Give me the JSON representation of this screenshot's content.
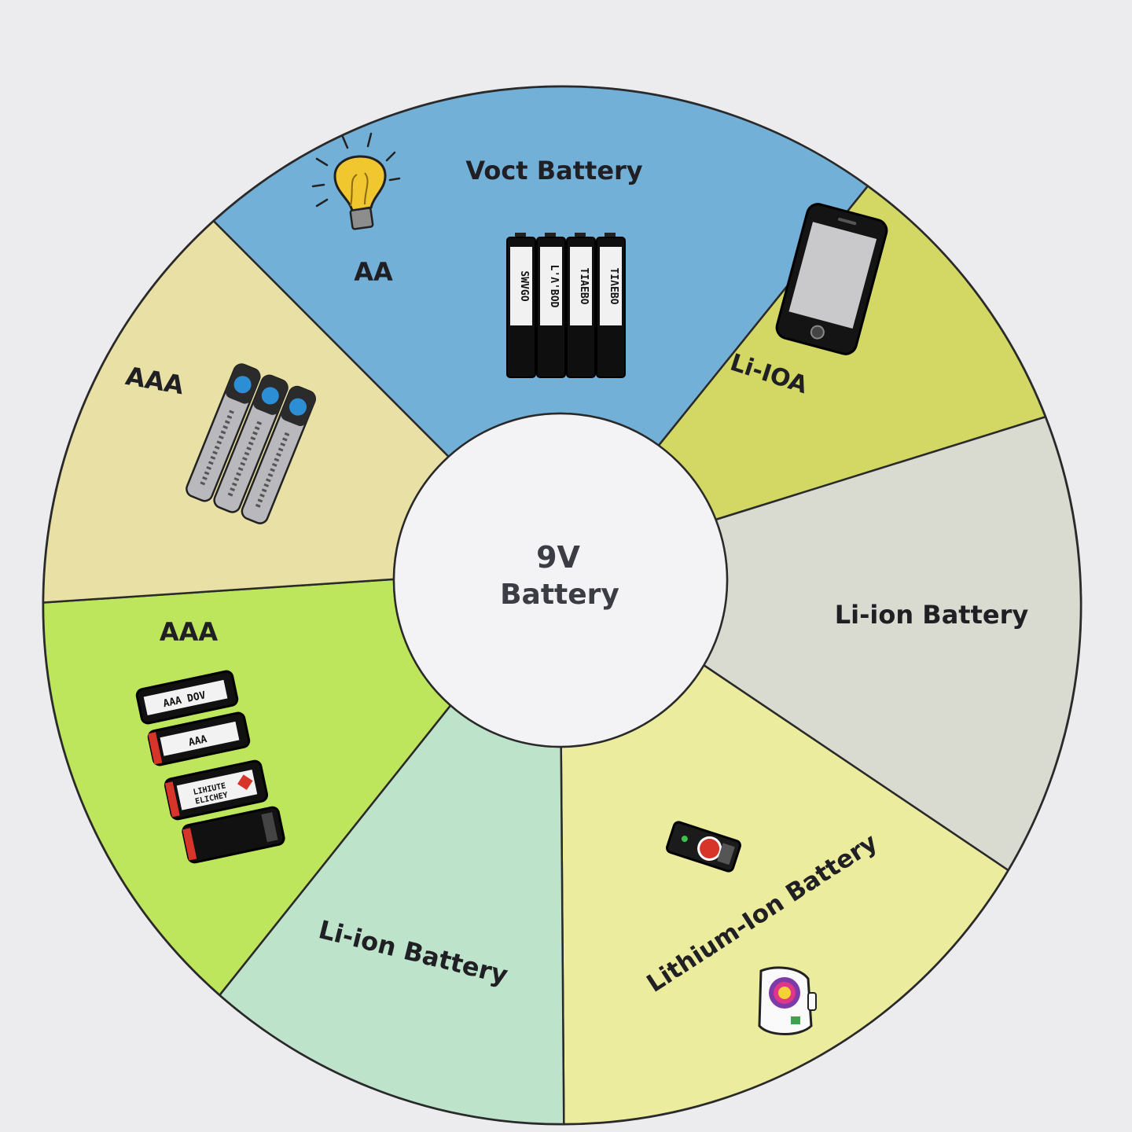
{
  "center": {
    "line1": "9V",
    "line2": "Battery"
  },
  "segments": [
    {
      "label": "Voct Battery",
      "sublabel": "AA",
      "icons": [
        "lightbulb-icon",
        "battery-pack-icon"
      ],
      "color": "#73b0d8",
      "battery_texts": [
        "SWVGO",
        "L'Λ'BOD",
        "TIAEBO",
        "TIΛEBO"
      ]
    },
    {
      "label": "Li-IOA",
      "icons": [
        "smartphone-icon"
      ],
      "color": "#d3d865"
    },
    {
      "label": "Li-ion Battery",
      "icons": [],
      "color": "#d9dbd0"
    },
    {
      "label": "Lithium-Ion Battery",
      "icons": [
        "small-battery-icon",
        "badge-icon"
      ],
      "color": "#ecec9e"
    },
    {
      "label": "Li-ion Battery",
      "icons": [],
      "color": "#bde3cb"
    },
    {
      "label": "AAA",
      "icons": [
        "battery-stack-icon"
      ],
      "color": "#bee65c",
      "battery_texts": [
        "AAA DOV",
        "AAA",
        "LIHIUTE ELICHEY"
      ]
    },
    {
      "label": "AAA",
      "icons": [
        "aaa-battery-trio-icon"
      ],
      "color": "#e9e0a5"
    }
  ]
}
